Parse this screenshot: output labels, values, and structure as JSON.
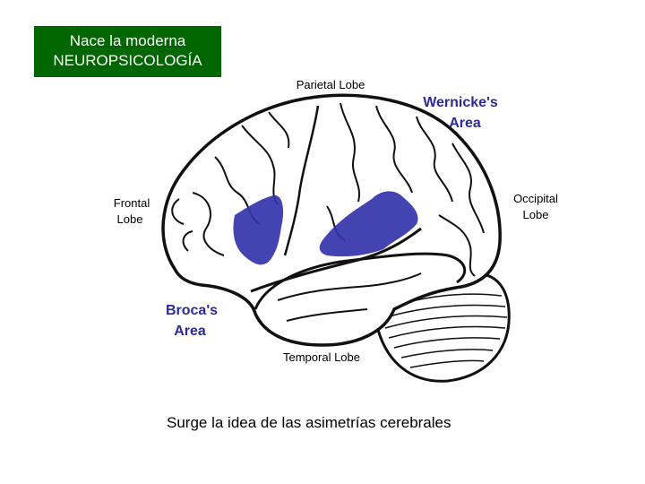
{
  "slide": {
    "title_line1": "Nace la moderna",
    "title_line2": "NEUROPSICOLOGÍA",
    "caption": "Surge la idea de las asimetrías cerebrales"
  },
  "diagram": {
    "labels": {
      "parietal": "Parietal Lobe",
      "wernicke_line1": "Wernicke's",
      "wernicke_line2": "Area",
      "frontal_line1": "Frontal",
      "frontal_line2": "Lobe",
      "occipital_line1": "Occipital",
      "occipital_line2": "Lobe",
      "broca_line1": "Broca's",
      "broca_line2": "Area",
      "temporal": "Temporal Lobe"
    },
    "colors": {
      "language_area": "#3333aa",
      "area_label": "#2b2b9a",
      "title_background": "#006600"
    }
  }
}
